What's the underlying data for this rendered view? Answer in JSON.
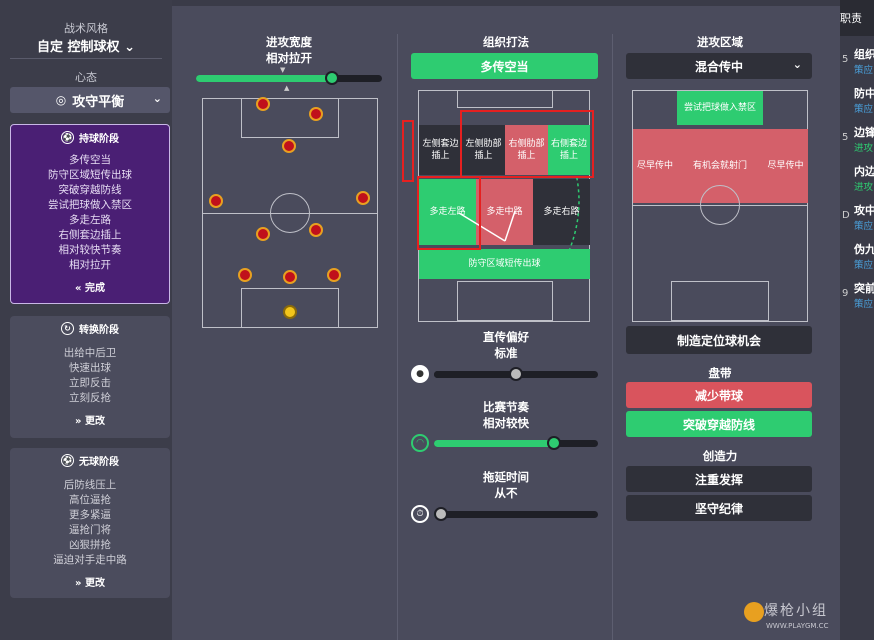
{
  "sidebar": {
    "style_title": "战术风格",
    "style_value": "自定 控制球权",
    "mentality_title": "心态",
    "mentality_value": "攻守平衡",
    "phases": [
      {
        "title": "持球阶段",
        "items": [
          "多传空当",
          "防守区域短传出球",
          "突破穿越防线",
          "尝试把球做入禁区",
          "多走左路",
          "右侧套边插上",
          "相对较快节奏",
          "相对拉开"
        ],
        "footer": "完成"
      },
      {
        "title": "转换阶段",
        "items": [
          "出给中后卫",
          "快速出球",
          "立即反击",
          "立刻反抢"
        ],
        "footer": "更改"
      },
      {
        "title": "无球阶段",
        "items": [
          "后防线压上",
          "高位逼抢",
          "更多紧逼",
          "逼抢门将",
          "凶狠拼抢",
          "逼迫对手走中路"
        ],
        "footer": "更改"
      }
    ]
  },
  "col1": {
    "header": "进攻宽度",
    "value": "相对拉开",
    "slider_percent": 75
  },
  "col2": {
    "header": "组织打法",
    "button": "多传空当",
    "zones": {
      "top": [
        "左侧套边插上",
        "左侧肋部插上",
        "右侧肋部插上",
        "右侧套边插上"
      ],
      "mid": [
        "多走左路",
        "多走中路",
        "多走右路"
      ],
      "bottom": "防守区域短传出球"
    },
    "direct_title": "直传偏好",
    "direct_value": "标准",
    "direct_percent": 50,
    "tempo_title": "比赛节奏",
    "tempo_value": "相对较快",
    "tempo_percent": 75,
    "time_title": "拖延时间",
    "time_value": "从不",
    "time_percent": 0
  },
  "col3": {
    "header": "进攻区域",
    "select": "混合传中",
    "zones": {
      "top": "尝试把球做入禁区",
      "left": "尽早传中",
      "center": "有机会就射门",
      "right": "尽早传中"
    },
    "setpiece": "制造定位球机会",
    "dribble_title": "盘带",
    "dribble_btn1": "减少带球",
    "dribble_btn2": "突破穿越防线",
    "creative_title": "创造力",
    "creative_btn1": "注重发挥",
    "creative_btn2": "坚守纪律"
  },
  "right_strip": {
    "top": "职责",
    "items": [
      {
        "num": "5",
        "title": "组织",
        "sub": "策应"
      },
      {
        "num": "",
        "title": "防中",
        "sub": "策应"
      },
      {
        "num": "5",
        "title": "边锋",
        "sub": "进攻"
      },
      {
        "num": "",
        "title": "内边",
        "sub": "进攻"
      },
      {
        "num": "D",
        "title": "攻中",
        "sub": "策应"
      },
      {
        "num": "",
        "title": "伪九",
        "sub": "策应"
      },
      {
        "num": "9",
        "title": "突前",
        "sub": "策应"
      }
    ]
  },
  "watermark": {
    "text": "爆枪小组",
    "sub": "WWW.PLAYGM.CC"
  }
}
